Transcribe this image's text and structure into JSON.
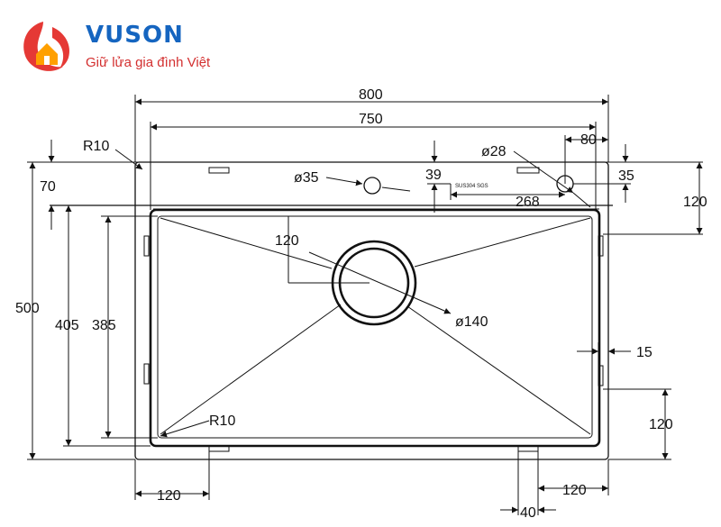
{
  "brand": {
    "name": "VUSON",
    "tagline": "Giữ lửa gia đình Việt",
    "colors": {
      "name": "#1565c0",
      "tagline": "#d32f2f",
      "logo_red": "#e53935",
      "logo_orange": "#ffa000"
    }
  },
  "dimensions": {
    "overall_width": "800",
    "inner_width": "750",
    "corner_radius_top": "R10",
    "corner_radius_bottom": "R10",
    "ledge_depth": "70",
    "overall_depth": "500",
    "outer_bowl_depth": "405",
    "inner_bowl_depth": "385",
    "drain_offset": "120",
    "drain_diameter": "ø140",
    "soap_hole_diameter": "ø35",
    "faucet_hole_diameter": "ø28",
    "faucet_from_edge_h": "80",
    "faucet_from_edge_v": "35",
    "ledge_39": "39",
    "faucet_offset_268": "268",
    "right_120_top": "120",
    "right_wall_15": "15",
    "right_120_bottom": "120",
    "bottom_left_120": "120",
    "bottom_right_120": "120",
    "bottom_40": "40",
    "small_label": "SUS304 SGS"
  }
}
